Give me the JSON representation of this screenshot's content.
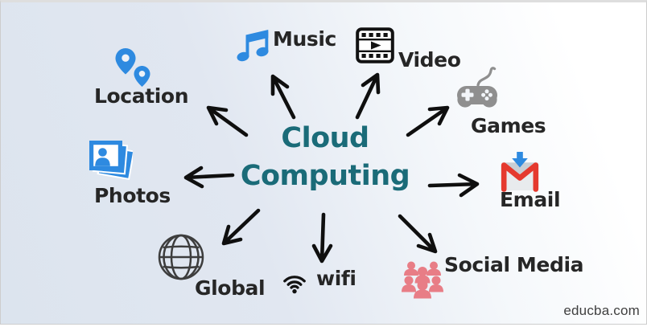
{
  "diagram": {
    "center": {
      "line1": "Cloud",
      "line2": "Computing"
    },
    "nodes": {
      "music": {
        "label": "Music",
        "icon": "music-note-icon"
      },
      "video": {
        "label": "Video",
        "icon": "film-strip-icon"
      },
      "games": {
        "label": "Games",
        "icon": "gamepad-icon"
      },
      "email": {
        "label": "Email",
        "icon": "gmail-envelope-icon"
      },
      "social": {
        "label": "Social Media",
        "icon": "people-group-icon"
      },
      "wifi": {
        "label": "wifi",
        "icon": "wifi-signal-icon"
      },
      "global": {
        "label": "Global",
        "icon": "globe-icon"
      },
      "photos": {
        "label": "Photos",
        "icon": "photo-stack-icon"
      },
      "location": {
        "label": "Location",
        "icon": "map-pins-icon"
      }
    },
    "arrows": [
      {
        "from": "center",
        "to": "music"
      },
      {
        "from": "center",
        "to": "video"
      },
      {
        "from": "center",
        "to": "games"
      },
      {
        "from": "center",
        "to": "email"
      },
      {
        "from": "center",
        "to": "social"
      },
      {
        "from": "center",
        "to": "wifi"
      },
      {
        "from": "center",
        "to": "global"
      },
      {
        "from": "center",
        "to": "photos"
      },
      {
        "from": "center",
        "to": "location"
      }
    ]
  },
  "watermark": "educba.com",
  "colors": {
    "teal": "#1a6b78",
    "blue": "#2e8ae0",
    "pink": "#e87d86",
    "gray": "#8f8f8f",
    "dark": "#3d3d3d",
    "ink": "#121212",
    "red": "#e5392e",
    "flap": "#c9ced4",
    "envelope": "#e8ebed",
    "label": "#262626",
    "bg-left": "#dce4ee",
    "bg-right": "#ffffff"
  }
}
